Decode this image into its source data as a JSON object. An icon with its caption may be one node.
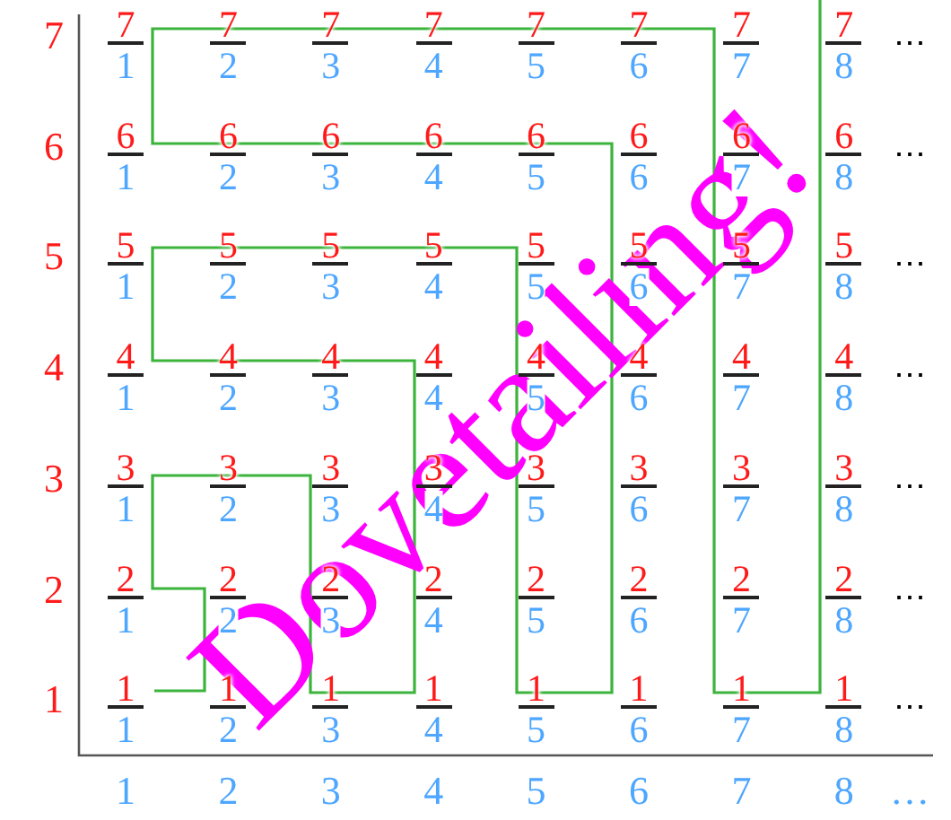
{
  "diagram": {
    "labels": [
      "7",
      "7",
      "1",
      "7",
      "2",
      "7",
      "3",
      "7",
      "4",
      "7",
      "5",
      "7",
      "6",
      "7",
      "7",
      "7",
      "8",
      "⋯",
      "6",
      "6",
      "1",
      "6",
      "2",
      "6",
      "3",
      "6",
      "4",
      "6",
      "5",
      "6",
      "6",
      "6",
      "7",
      "6",
      "8",
      "⋯",
      "5",
      "5",
      "1",
      "5",
      "2",
      "5",
      "3",
      "5",
      "4",
      "5",
      "5",
      "5",
      "6",
      "5",
      "7",
      "5",
      "8",
      "⋯",
      "4",
      "4",
      "1",
      "4",
      "2",
      "4",
      "3",
      "4",
      "4",
      "4",
      "5",
      "4",
      "6",
      "4",
      "7",
      "4",
      "8",
      "⋯",
      "3",
      "3",
      "1",
      "3",
      "2",
      "3",
      "3",
      "3",
      "4",
      "3",
      "5",
      "3",
      "6",
      "3",
      "7",
      "3",
      "8",
      "⋯",
      "2",
      "2",
      "1",
      "2",
      "2",
      "2",
      "3",
      "2",
      "4",
      "2",
      "5",
      "2",
      "6",
      "2",
      "7",
      "2",
      "8",
      "⋯",
      "1",
      "1",
      "1",
      "1",
      "2",
      "1",
      "3",
      "1",
      "4",
      "1",
      "5",
      "1",
      "6",
      "1",
      "7",
      "1",
      "8",
      "⋯",
      "1",
      "2",
      "3",
      "4",
      "5",
      "6",
      "7",
      "8",
      "…",
      "Dovetailing!"
    ]
  }
}
